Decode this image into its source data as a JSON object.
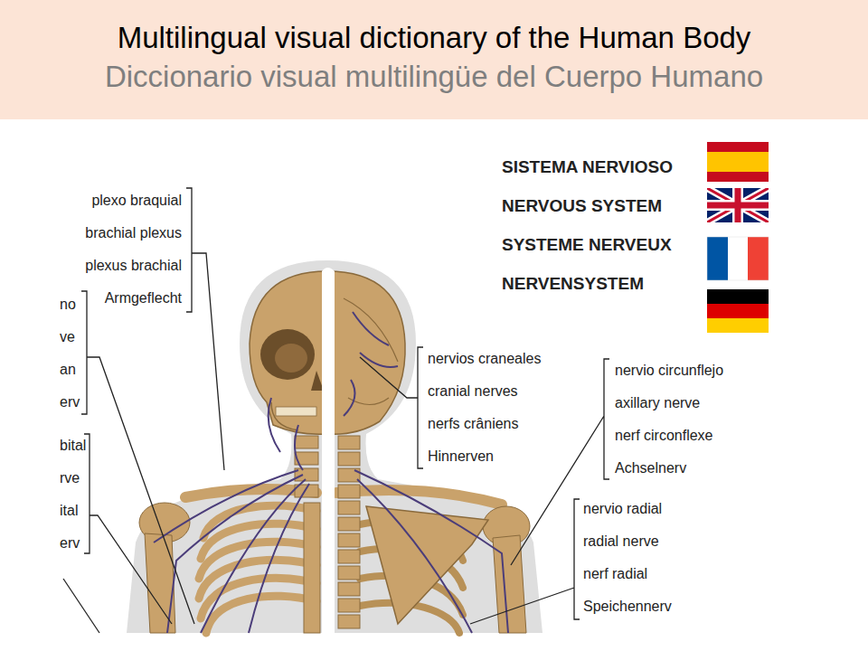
{
  "diagram": {
    "title": "Multilingual visual dictionary of the Human Body",
    "labels": [
      "Diccionario visual multilingüe del Cuerpo Humano",
      "plexo braquial",
      "brachial plexus",
      "plexus brachial",
      "Armgeflecht",
      "no",
      "ve",
      "an",
      "erv",
      "bital",
      "rve",
      "ital",
      "erv",
      "nervios craneales",
      "cranial nerves",
      "nerfs crâniens",
      "Hinnerven",
      "nervio circunflejo",
      "axillary nerve",
      "nerf circonflexe",
      "Achselnerv",
      "nervio radial",
      "radial nerve",
      "nerf radial",
      "Speichennerv"
    ],
    "legend": [
      {
        "text": "SISTEMA NERVIOSO"
      },
      {
        "text": "NERVOUS SYSTEM"
      },
      {
        "text": "SYSTEME NERVEUX"
      },
      {
        "text": "NERVENSYSTEM"
      }
    ]
  }
}
